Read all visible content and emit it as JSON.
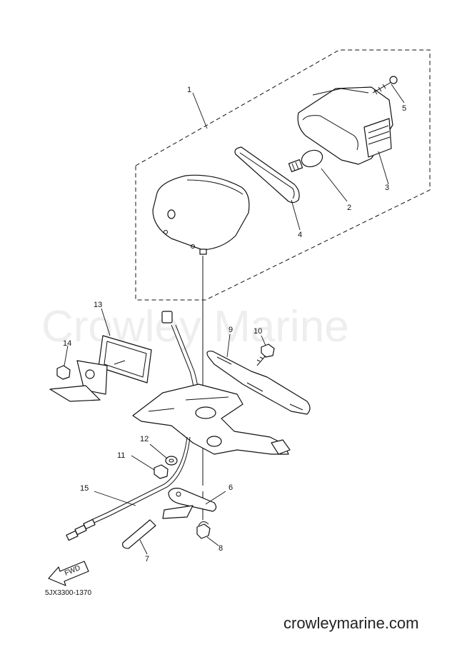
{
  "watermark": "Crowley Marine",
  "callouts": [
    "1",
    "2",
    "3",
    "4",
    "5",
    "6",
    "7",
    "8",
    "9",
    "10",
    "11",
    "12",
    "13",
    "14",
    "15"
  ],
  "fwd_label": "FWD",
  "diagram_code": "5JX3300-1370",
  "site": "crowleymarine.com"
}
